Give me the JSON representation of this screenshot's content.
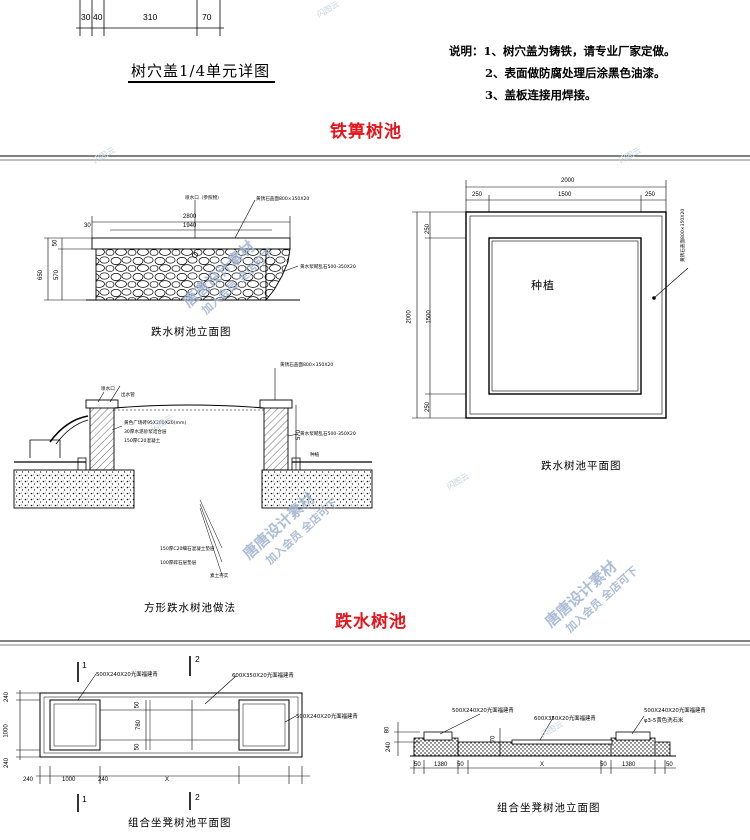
{
  "top_section": {
    "dims": [
      "30",
      "40",
      "310",
      "70"
    ],
    "detail_caption": "树穴盖1/4单元详图",
    "notes": [
      "说明：1、树穴盖为铸铁，请专业厂家定做。",
      "2、表面做防腐处理后涂黑色油漆。",
      "3、盖板连接用焊接。"
    ],
    "section_title": "铁箅树池"
  },
  "fountain_section": {
    "section_title": "跌水树池",
    "elevation": {
      "caption": "跌水树池立面图",
      "dim_top": "2800",
      "dim_inner": "1940",
      "dim_side": "30",
      "dims_left": [
        "650",
        "570",
        "50",
        "30"
      ],
      "label_spout": "喷水口（参照物）",
      "label_cap": "黄锈石盖面800×350X20",
      "label_wall": "黄水浆砌乱石500-350X20"
    },
    "section": {
      "caption": "方形跌水树池做法",
      "label_cap": "黄锈石盖面800×350X20",
      "label_spout": "喷水口",
      "label_pipe": "出水管",
      "label_wall": "黄水浆砌乱石500-350X20",
      "dim_right": "570",
      "label_soil": "种植",
      "layers": [
        "黄色广场砖95X200X20(mm)",
        "30厚水泥砂浆结合层",
        "150厚C20混凝土",
        "150厚C20细石混凝土垫层",
        "100厚碎石层垫层",
        "素土夯实"
      ]
    },
    "plan": {
      "caption": "跌水树池平面图",
      "dim_total": "2000",
      "dims_top": [
        "250",
        "1500",
        "250"
      ],
      "dims_left": [
        "250",
        "1500",
        "250"
      ],
      "dim_left_total": "2000",
      "center_label": "种植",
      "label_cap": "黄锈石盖面800×350X20"
    }
  },
  "bench_section": {
    "plan": {
      "caption": "组合坐凳树池平面图",
      "marks": [
        "1",
        "2",
        "1",
        "2"
      ],
      "label_a": "500X240X20光面福建青",
      "label_b": "600X350X20光面福建青",
      "label_c": "500X240X20光面福建青",
      "dims_bottom": [
        "240",
        "1000",
        "240",
        "X"
      ],
      "dims_left": [
        "240",
        "1000",
        "240"
      ],
      "dims_mid": [
        "50",
        "780",
        "50"
      ]
    },
    "elevation": {
      "caption": "组合坐凳树池立面图",
      "label_a": "500X240X20光面福建青",
      "label_b": "600X350X20光面福建青",
      "label_c": "500X240X20光面福建青",
      "label_d": "φ3-5黄色洗石米",
      "dims_bottom": [
        "50",
        "1380",
        "50",
        "X",
        "50",
        "1380",
        "50"
      ],
      "dims_left": [
        "240",
        "80"
      ],
      "dim_mid": "70"
    }
  },
  "watermarks": {
    "main": "唐唐设计素材",
    "sub": "加入会员 全店可下",
    "faint": "闪图云"
  },
  "colors": {
    "title_red": "#e8141b",
    "line": "#000000",
    "watermark": "#9fb2cf"
  }
}
